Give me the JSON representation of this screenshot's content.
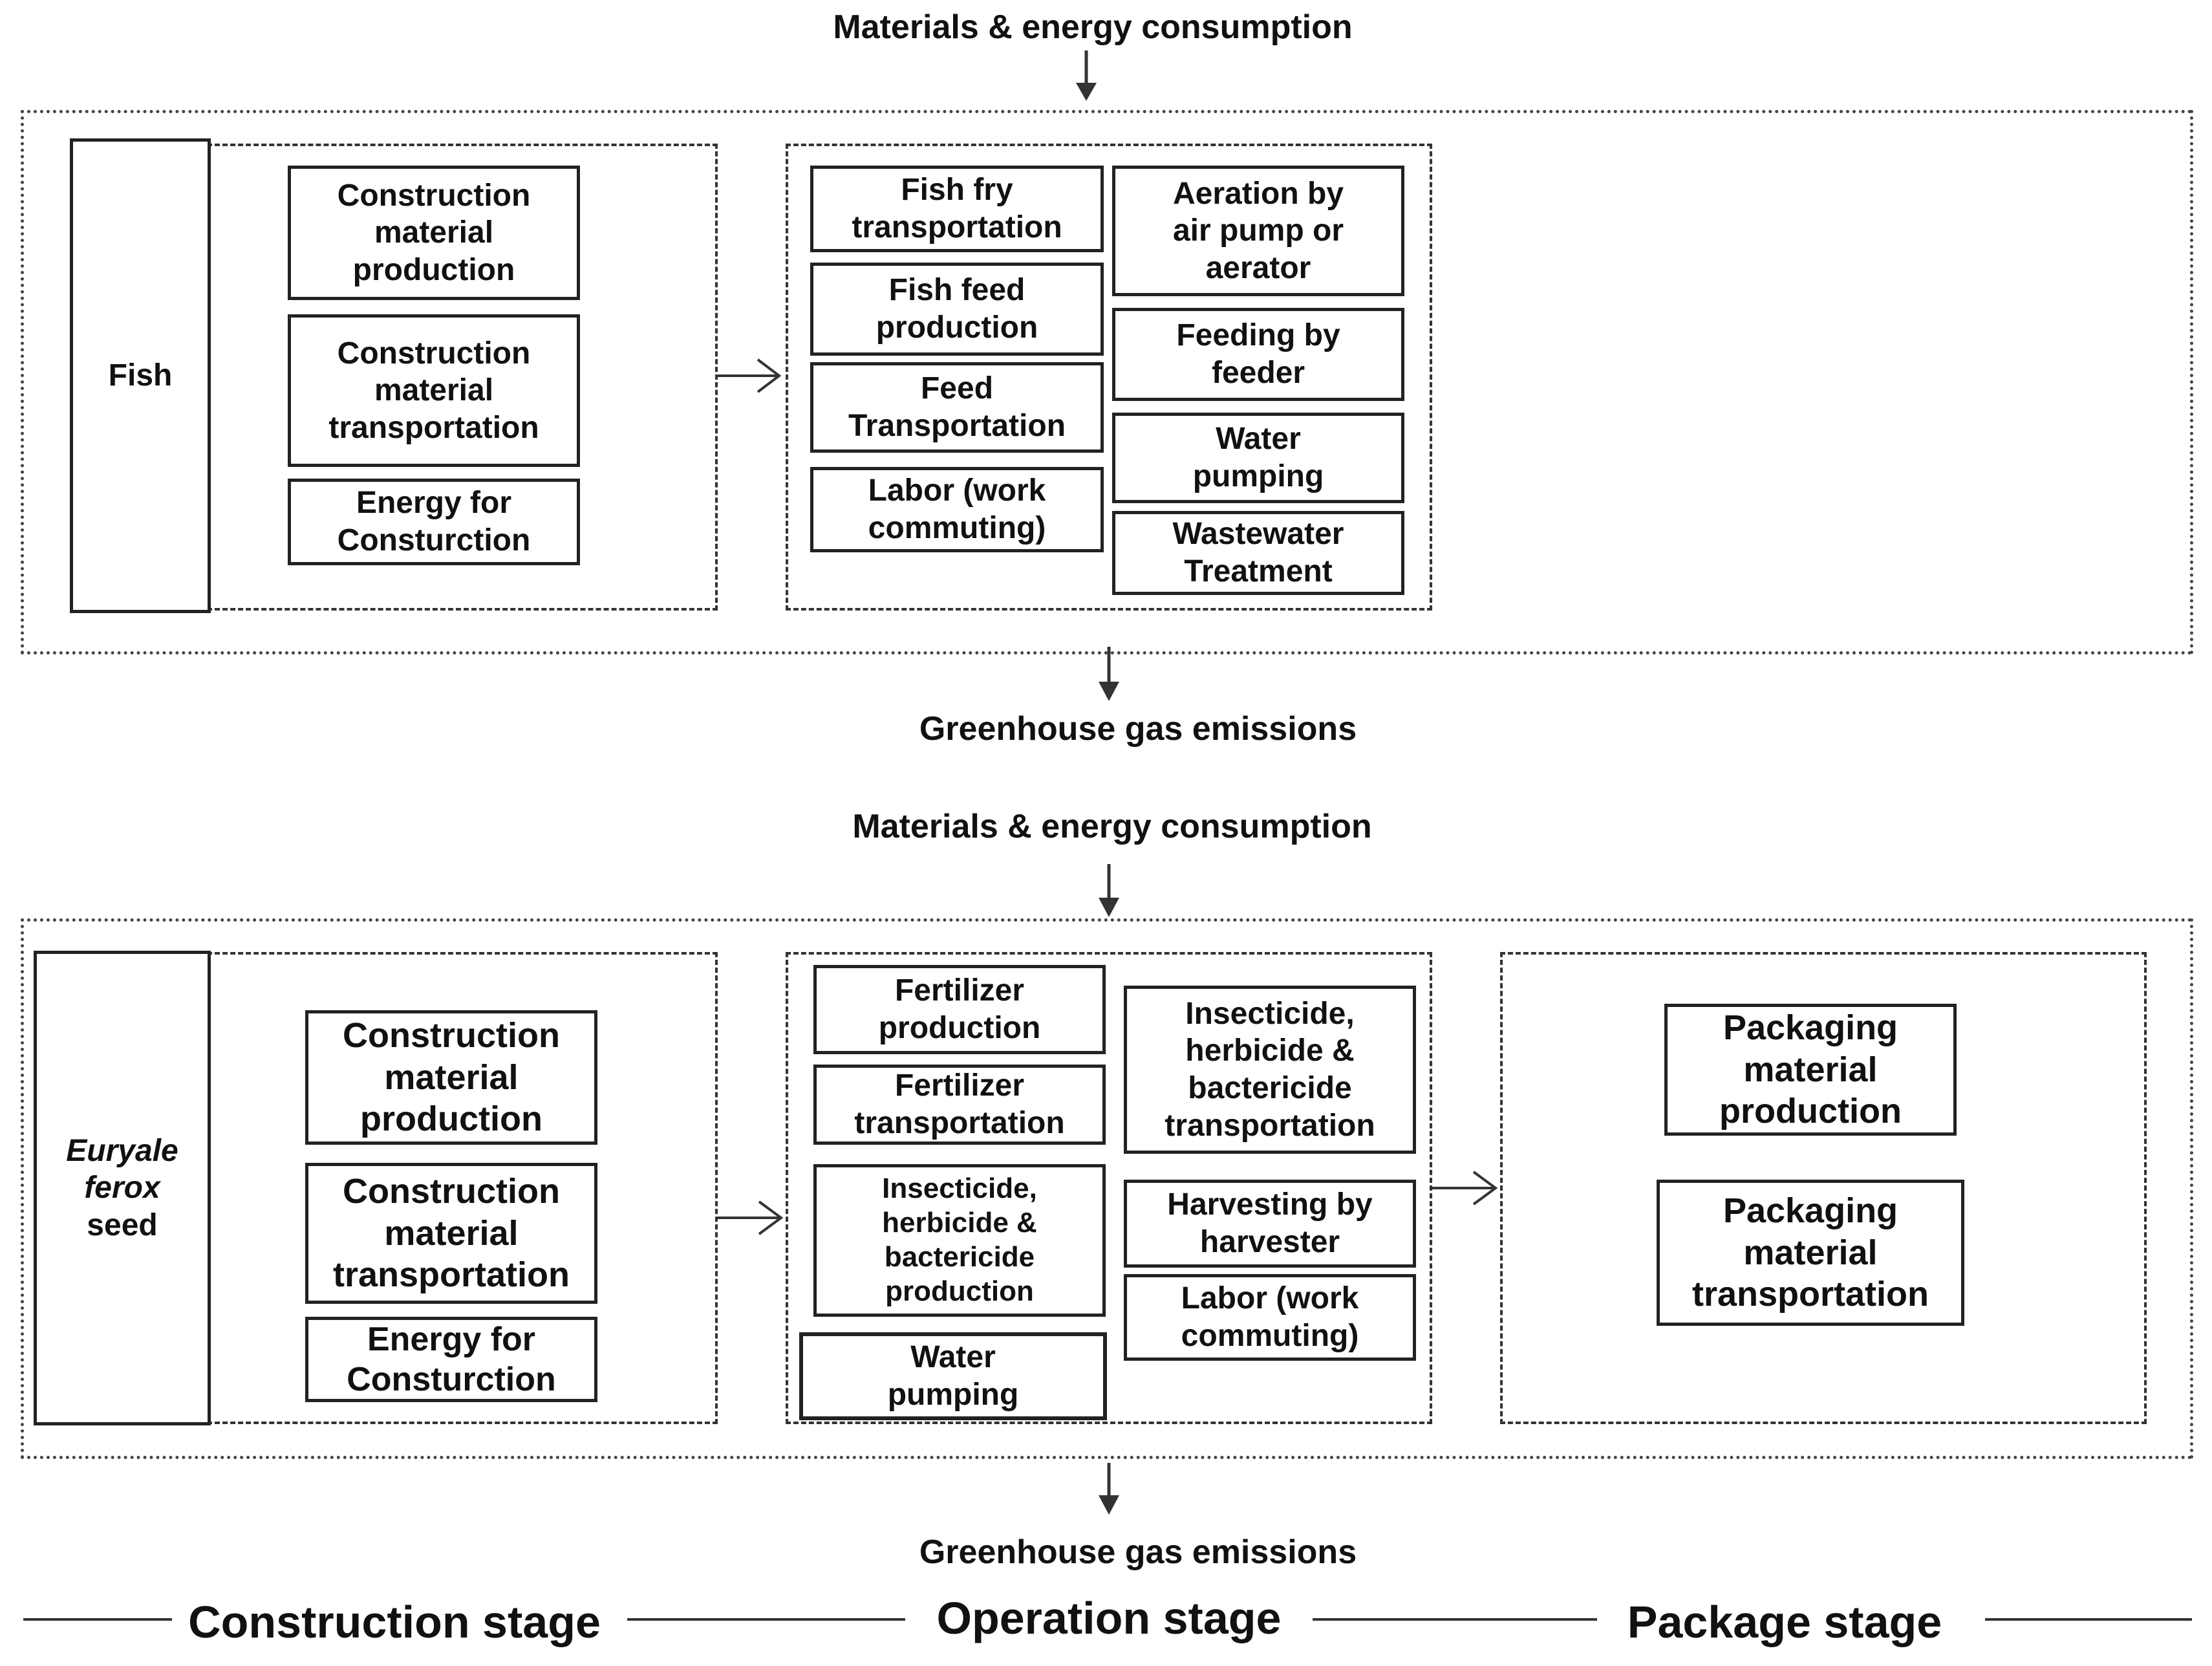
{
  "diagram_top": {
    "input_label": "Materials & energy consumption",
    "output_label": "Greenhouse gas emissions",
    "entity": "Fish",
    "construction_items": [
      "Construction\nmaterial\nproduction",
      "Construction\nmaterial\ntransportation",
      "Energy for\nConsturction"
    ],
    "operation_left": [
      "Fish fry\ntransportation",
      "Fish feed\nproduction",
      "Feed\nTransportation",
      "Labor (work\ncommuting)"
    ],
    "operation_right": [
      "Aeration by\nair pump or\naerator",
      "Feeding by\nfeeder",
      "Water\npumping",
      "Wastewater\nTreatment"
    ]
  },
  "diagram_bottom": {
    "input_label": "Materials & energy consumption",
    "output_label": "Greenhouse gas emissions",
    "entity_italic": "Euryale\nferox",
    "entity_plain": "seed",
    "construction_items": [
      "Construction\nmaterial\nproduction",
      "Construction\nmaterial\ntransportation",
      "Energy for\nConsturction"
    ],
    "operation_left": [
      "Fertilizer\nproduction",
      "Fertilizer\ntransportation",
      "Insecticide,\nherbicide &\nbactericide\nproduction",
      "Water\npumping"
    ],
    "operation_right": [
      "Insecticide,\nherbicide &\nbactericide\ntransportation",
      "Harvesting by\nharvester",
      "Labor (work\ncommuting)"
    ],
    "package_items": [
      "Packaging\nmaterial\nproduction",
      "Packaging\nmaterial\ntransportation"
    ]
  },
  "stages": [
    "Construction stage",
    "Operation stage",
    "Package stage"
  ]
}
